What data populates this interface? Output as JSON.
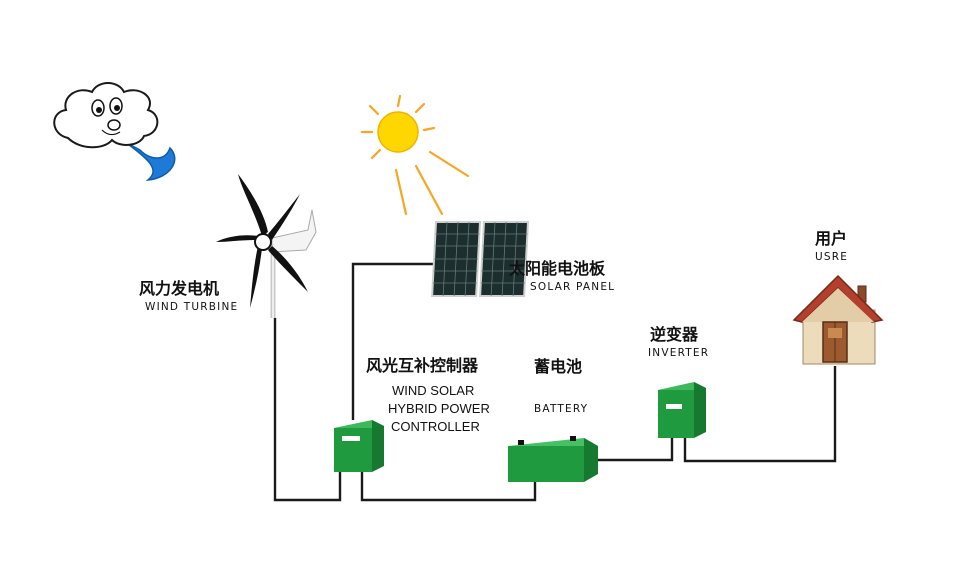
{
  "wind_turbine": {
    "label_zh": "风力发电机",
    "label_en": "WIND TURBINE"
  },
  "solar_panel": {
    "label_zh": "太阳能电池板",
    "label_en": "SOLAR PANEL"
  },
  "controller": {
    "label_zh": "风光互补控制器",
    "label_en_lines": [
      "WIND SOLAR",
      "HYBRID POWER",
      "CONTROLLER"
    ]
  },
  "battery": {
    "label_zh": "蓄电池",
    "label_en": "BATTERY"
  },
  "inverter": {
    "label_zh": "逆变器",
    "label_en": "INVERTER"
  },
  "user": {
    "label_zh": "用户",
    "label_en": "USRE"
  },
  "colors": {
    "equipment_green": "#1f9a3f",
    "sun_yellow": "#ffd700",
    "roof_red": "#b3402c",
    "wire": "#1a1a1a",
    "cloud_breath_blue": "#1e7ad6"
  }
}
